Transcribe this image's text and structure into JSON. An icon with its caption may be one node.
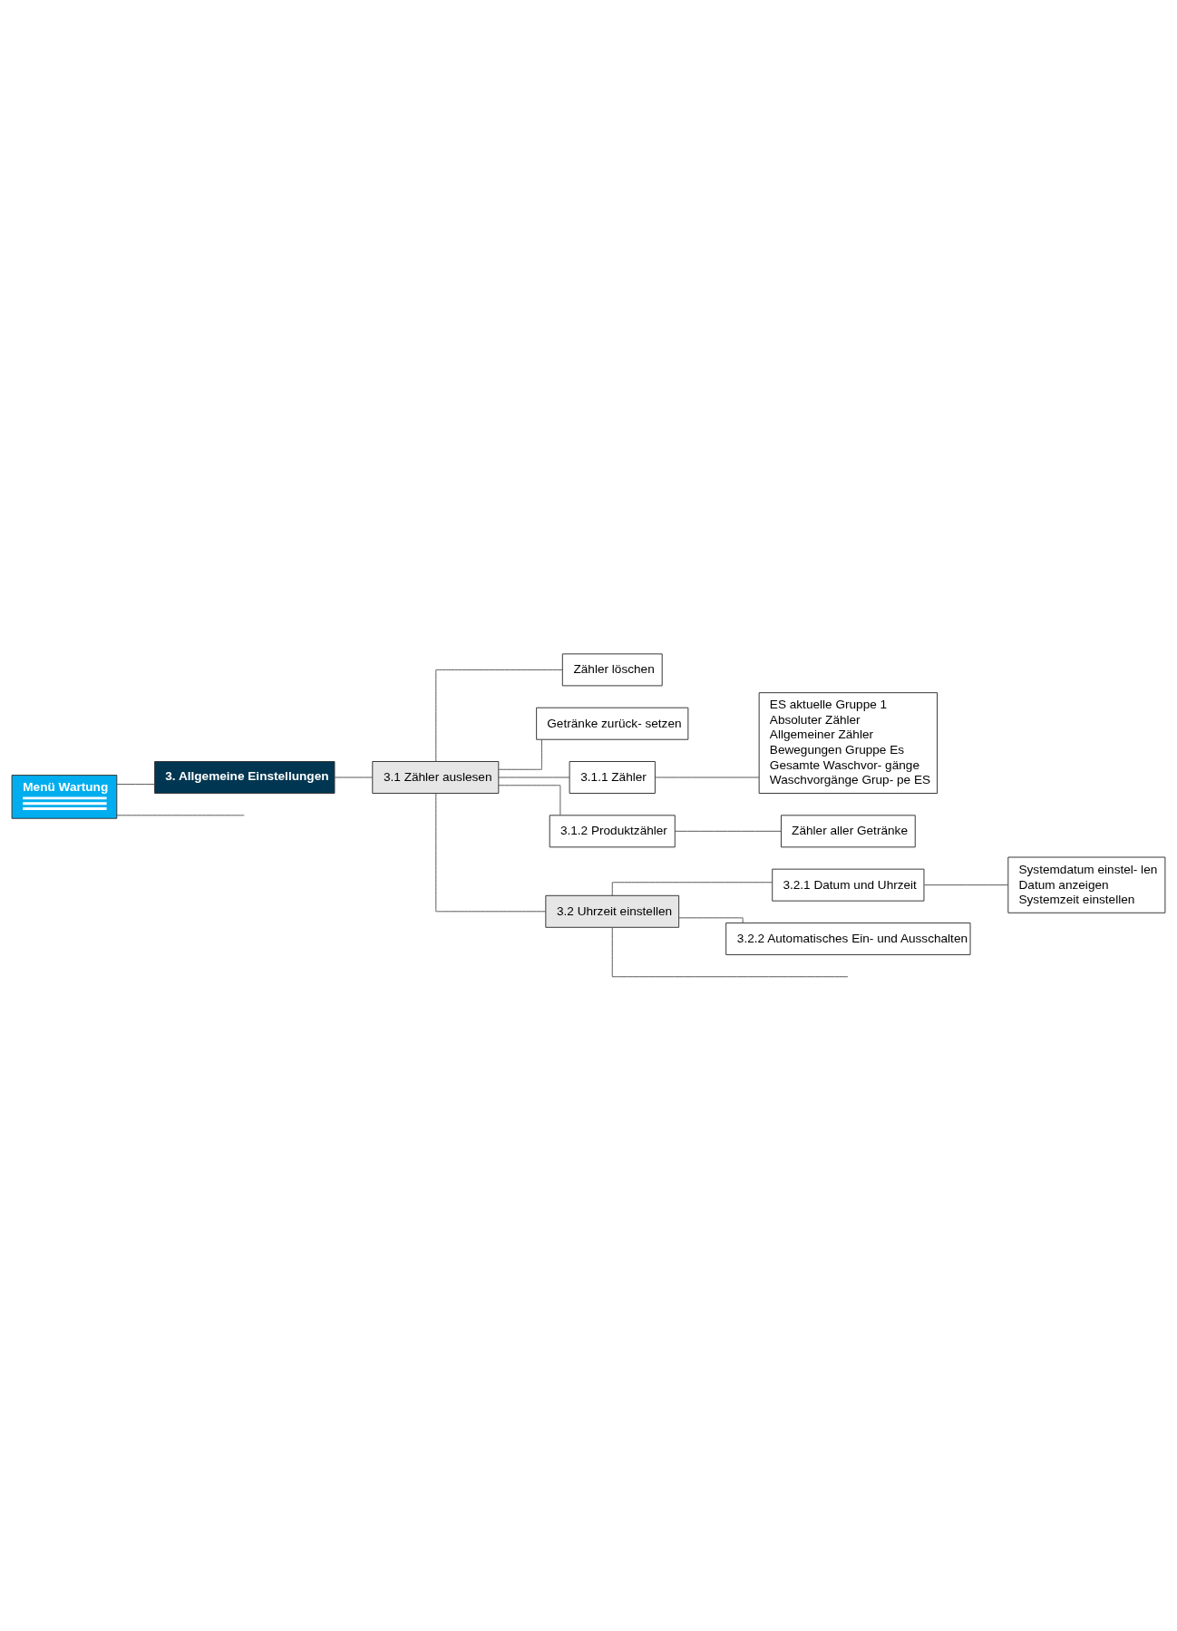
{
  "diagram": {
    "nodes": [
      {
        "text": [
          "Menü Wartung"
        ]
      },
      {
        "text": [
          "3. Allgemeine Einstellungen"
        ]
      },
      {
        "text": [
          "3.1 Zähler auslesen"
        ]
      },
      {
        "text": [
          "Zähler löschen"
        ]
      },
      {
        "text": [
          "Getränke zurück- setzen"
        ]
      },
      {
        "text": [
          "3.1.1 Zähler"
        ]
      },
      {
        "text": [
          "ES aktuelle Gruppe 1",
          "Absoluter Zähler",
          "Allgemeiner Zähler",
          "Bewegungen Gruppe Es",
          "Gesamte Waschvor- gänge",
          "Waschvorgänge Grup- pe ES"
        ]
      },
      {
        "text": [
          "3.1.2 Produktzähler"
        ]
      },
      {
        "text": [
          "Zähler aller Getränke"
        ]
      },
      {
        "text": [
          "3.2 Uhrzeit einstellen"
        ]
      },
      {
        "text": [
          "3.2.1 Datum und Uhrzeit"
        ]
      },
      {
        "text": [
          "Systemdatum einstel- len",
          "Datum anzeigen",
          "Systemzeit einstellen"
        ]
      },
      {
        "text": [
          "3.2.2 Automatisches Ein- und Ausschalten"
        ]
      }
    ],
    "edges": [
      {
        "from": 0,
        "to": 1,
        "arrow": "none"
      },
      {
        "from": 0,
        "to": null,
        "arrow": "none"
      },
      {
        "from": 1,
        "to": 2,
        "arrow": "none"
      },
      {
        "from": 2,
        "to": 3,
        "arrow": "none"
      },
      {
        "from": 2,
        "to": 4,
        "arrow": "none"
      },
      {
        "from": 2,
        "to": 5,
        "arrow": "none"
      },
      {
        "from": 5,
        "to": 6,
        "arrow": "none"
      },
      {
        "from": 2,
        "to": 7,
        "arrow": "none"
      },
      {
        "from": 7,
        "to": 8,
        "arrow": "none"
      },
      {
        "from": 2,
        "to": 9,
        "arrow": "none"
      },
      {
        "from": 9,
        "to": 10,
        "arrow": "none"
      },
      {
        "from": 10,
        "to": 11,
        "arrow": "none"
      },
      {
        "from": 9,
        "to": 12,
        "arrow": "none"
      },
      {
        "from": 9,
        "to": null,
        "arrow": "none"
      }
    ]
  }
}
